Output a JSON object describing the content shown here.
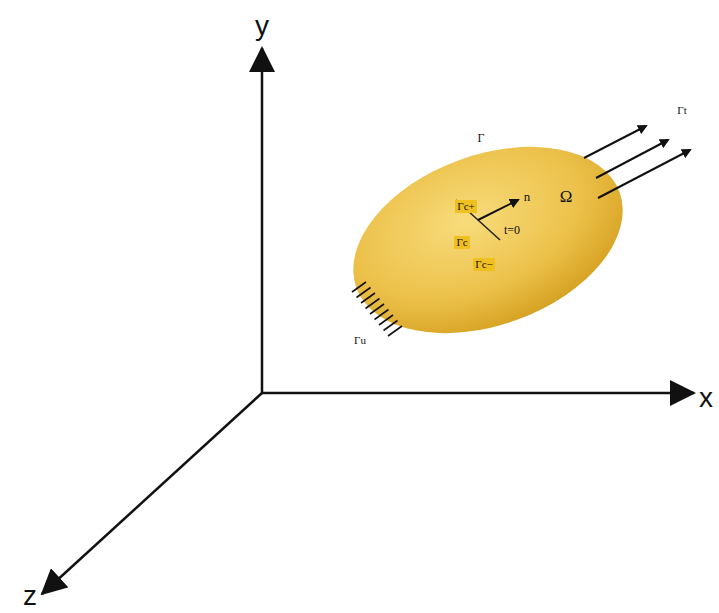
{
  "diagram": {
    "labels": [
      "y",
      "x",
      "z",
      "Γ",
      "Ω",
      "Γt",
      "Γc+",
      "n",
      "Γc",
      "t=0",
      "Γc−",
      "Γu"
    ]
  }
}
